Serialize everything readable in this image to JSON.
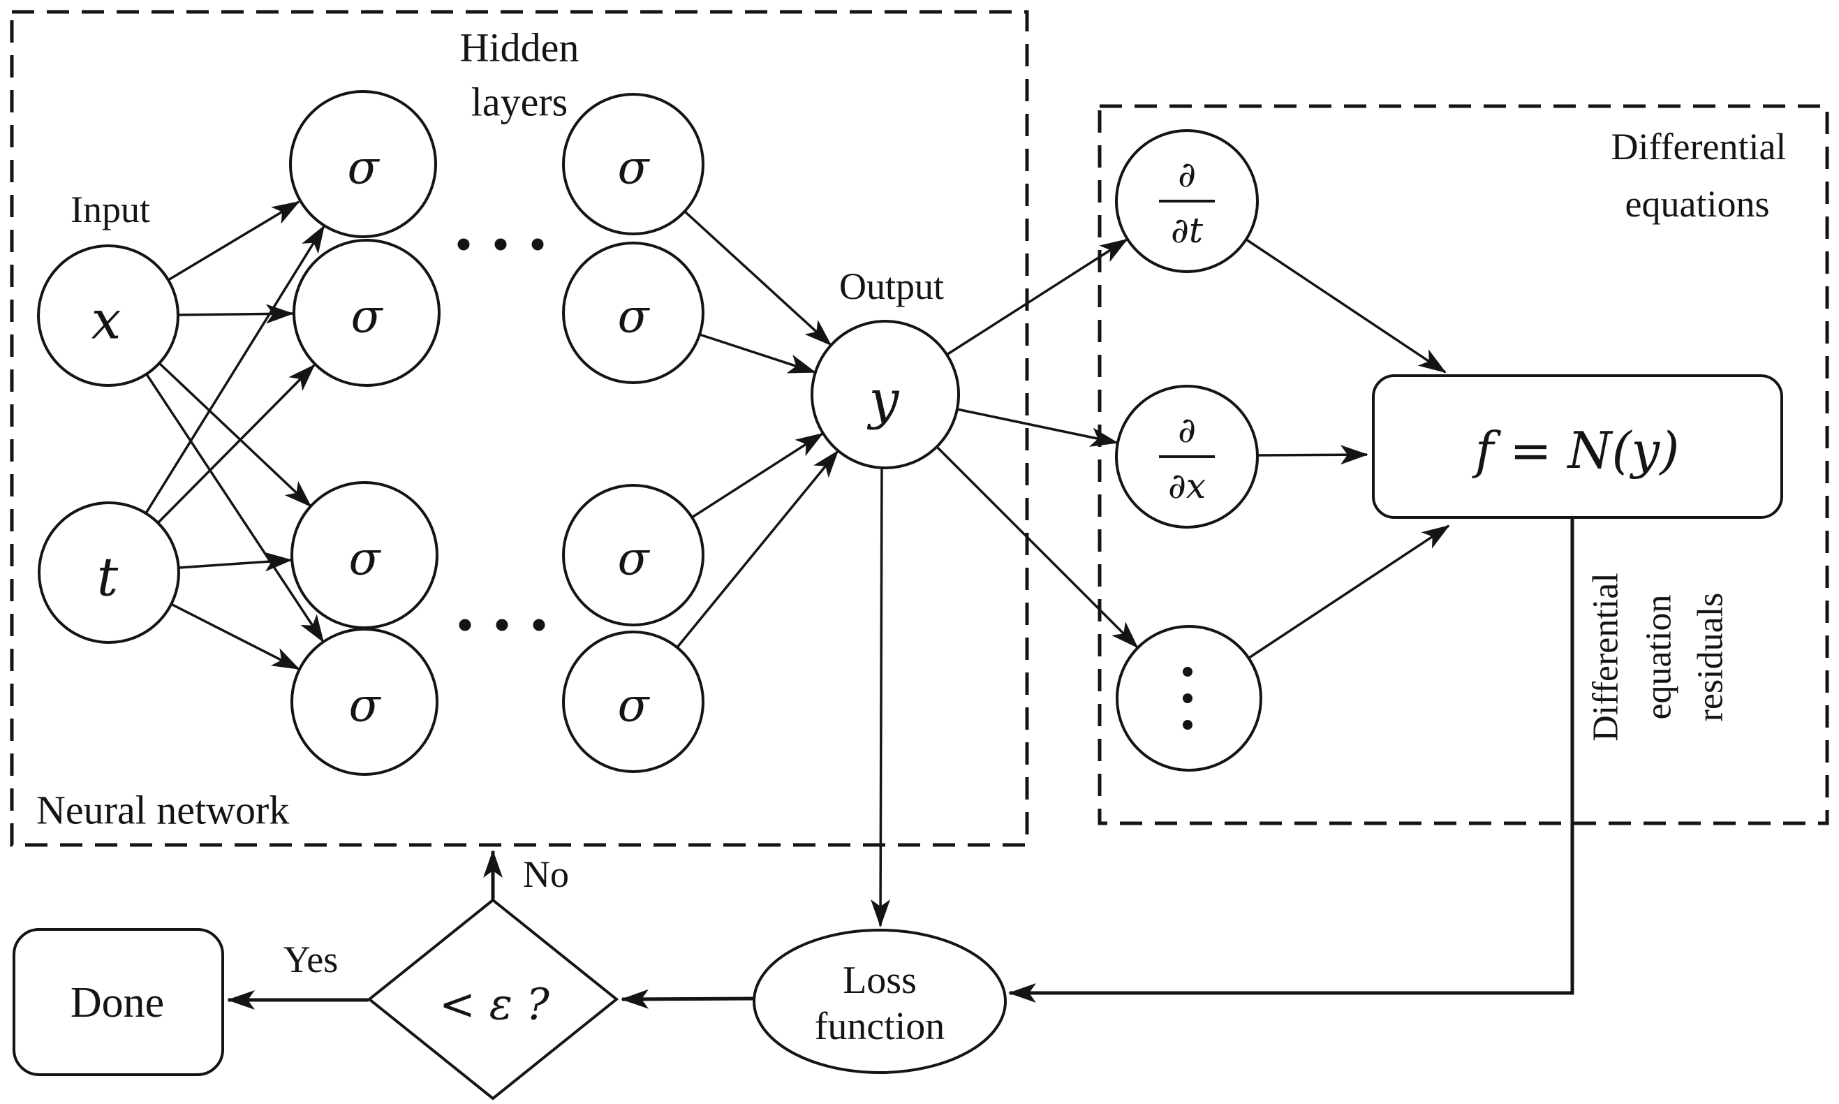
{
  "nn": {
    "box_label": "Neural network",
    "input_label": "Input",
    "hidden_label_line1": "Hidden",
    "hidden_label_line2": "layers",
    "output_label": "Output",
    "input_node_x": "x",
    "input_node_t": "t",
    "hidden_node": "σ",
    "output_node": "y"
  },
  "de": {
    "box_label_line1": "Differential",
    "box_label_line2": "equations",
    "dt_node": {
      "num": "∂",
      "den": "∂t"
    },
    "dx_node": {
      "num": "∂",
      "den": "∂x"
    },
    "residual_expr": "f = N(y)",
    "residual_label_line1": "Differential",
    "residual_label_line2": "equation",
    "residual_label_line3": "residuals"
  },
  "flow": {
    "loss_line1": "Loss",
    "loss_line2": "function",
    "decision_label": "< ε ?",
    "yes_label": "Yes",
    "no_label": "No",
    "done_label": "Done"
  }
}
